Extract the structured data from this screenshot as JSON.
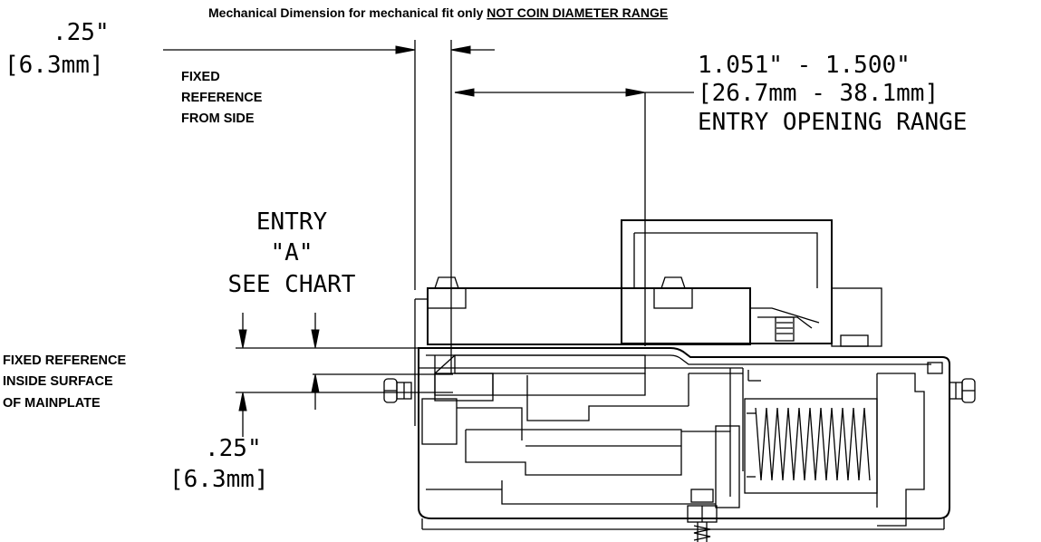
{
  "heading": {
    "prefix": "Mechanical Dimension for mechanical fit only ",
    "underlined": "NOT COIN DIAMETER RANGE"
  },
  "top_left_dim": {
    "inch": ".25\"",
    "mm": "[6.3mm]"
  },
  "fixed_ref_side": {
    "line1": "FIXED",
    "line2": "REFERENCE",
    "line3": "FROM SIDE"
  },
  "opening_range": {
    "inch": "1.051\"  - 1.500\"",
    "mm": "[26.7mm - 38.1mm]",
    "caption": "ENTRY OPENING RANGE"
  },
  "entry_a": {
    "line1": "ENTRY",
    "line2": "\"A\"",
    "line3": "SEE CHART"
  },
  "fixed_ref_mainplate": {
    "line1": "FIXED REFERENCE",
    "line2": "INSIDE SURFACE",
    "line3": "OF MAINPLATE"
  },
  "bottom_left_dim": {
    "inch": ".25\"",
    "mm": "[6.3mm]"
  }
}
